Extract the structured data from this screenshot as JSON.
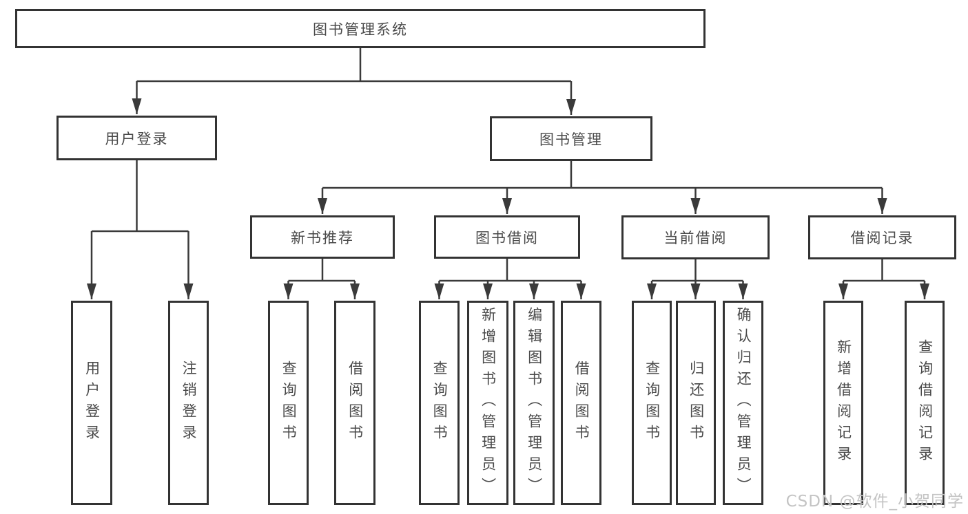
{
  "tree": {
    "label": "图书管理系统",
    "children": [
      {
        "label": "用户登录",
        "children": [
          {
            "label": "用户登录"
          },
          {
            "label": "注销登录"
          }
        ]
      },
      {
        "label": "图书管理",
        "children": [
          {
            "label": "新书推荐",
            "children": [
              {
                "label": "查询图书"
              },
              {
                "label": "借阅图书"
              }
            ]
          },
          {
            "label": "图书借阅",
            "children": [
              {
                "label": "查询图书"
              },
              {
                "label": "新增图书（管理员）"
              },
              {
                "label": "编辑图书（管理员）"
              },
              {
                "label": "借阅图书"
              }
            ]
          },
          {
            "label": "当前借阅",
            "children": [
              {
                "label": "查询图书"
              },
              {
                "label": "归还图书"
              },
              {
                "label": "确认归还（管理员）"
              }
            ]
          },
          {
            "label": "借阅记录",
            "children": [
              {
                "label": "新增借阅记录"
              },
              {
                "label": "查询借阅记录"
              }
            ]
          }
        ]
      }
    ]
  },
  "watermark": {
    "text": "CSDN @软件_小贺同学"
  },
  "colors": {
    "line": "#3a3a3a",
    "box_border": "#333333",
    "box_fill": "#ffffff",
    "text": "#4a4a4a",
    "watermark_text": "#c4c4c4"
  }
}
